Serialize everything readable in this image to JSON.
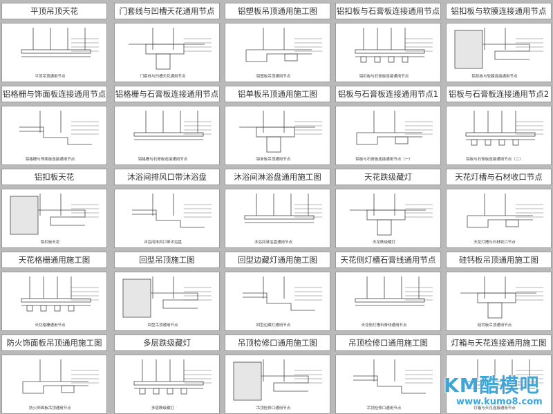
{
  "cells": [
    {
      "title": "平顶吊顶天花",
      "caption": "平顶吊顶通用节点"
    },
    {
      "title": "门套线与凹槽天花通用节点",
      "caption": "门套线与凹槽天花通用节点"
    },
    {
      "title": "铝塑板吊顶通用施工图",
      "caption": "铝塑板吊顶通用节点"
    },
    {
      "title": "铝扣板与石膏板连接通用节点",
      "caption": "铝扣板与石膏板连接通用节点"
    },
    {
      "title": "铝扣板与软膜连接通用节点",
      "caption": "铝扣板与软膜连接通用节点"
    },
    {
      "title": "铝格栅与饰面板连接通用节点",
      "caption": "铝格栅与饰面板连接通用节点"
    },
    {
      "title": "铝格栅与石膏板连接通用节点",
      "caption": "铝格栅与石膏板连接通用节点"
    },
    {
      "title": "铝单板吊顶通用施工图",
      "caption": "铝单板吊顶通用节点"
    },
    {
      "title": "铝板与石膏板连接通用节点1",
      "caption": "铝板与石膏板连接通用节点（一）"
    },
    {
      "title": "铝板与石膏板连接通用节点2",
      "caption": "铝板与石膏板连接通用节点（二）"
    },
    {
      "title": "铝扣板天花",
      "caption": "铝扣板天花"
    },
    {
      "title": "沐浴间排风口带沐浴盘",
      "caption": "沐浴间排风口带沐浴盘"
    },
    {
      "title": "沐浴间淋浴盘通用施工图",
      "caption": "沐浴间淋浴盘通用节点"
    },
    {
      "title": "天花跌级藏灯",
      "caption": "天花跌级藏灯"
    },
    {
      "title": "天花灯槽与石材收口节点",
      "caption": "天花灯槽与石材收口节点"
    },
    {
      "title": "天花格栅通用施工图",
      "caption": "天花格栅通用节点"
    },
    {
      "title": "回型吊顶施工图",
      "caption": "回型吊顶通用节点"
    },
    {
      "title": "回型边藏灯通用施工图",
      "caption": "回型边藏灯通用节点"
    },
    {
      "title": "天花侧灯槽石膏线通用节点",
      "caption": "天花侧灯槽石膏线通用节点"
    },
    {
      "title": "硅钙板吊顶通用施工图",
      "caption": "硅钙板吊顶通用节点"
    },
    {
      "title": "防火饰面板吊顶通用施工图",
      "caption": "防火饰面板吊顶通用节点"
    },
    {
      "title": "多层跌级藏灯",
      "caption": "多层跌级藏灯"
    },
    {
      "title": "吊顶检修口通用施工图",
      "caption": "吊顶检修口通用节点"
    },
    {
      "title": "吊顶检修口通用施工图",
      "caption": "吊顶检修口通用节点"
    },
    {
      "title": "灯箱与天花连接通用施工图",
      "caption": "灯箱与天花连接通用节点"
    }
  ],
  "watermark": {
    "logo": "KM酷模吧",
    "url": "www.kumo8.com"
  },
  "colors": {
    "background": "#b9b9b9",
    "panel": "#ffffff",
    "watermark": "#3da6d9"
  }
}
